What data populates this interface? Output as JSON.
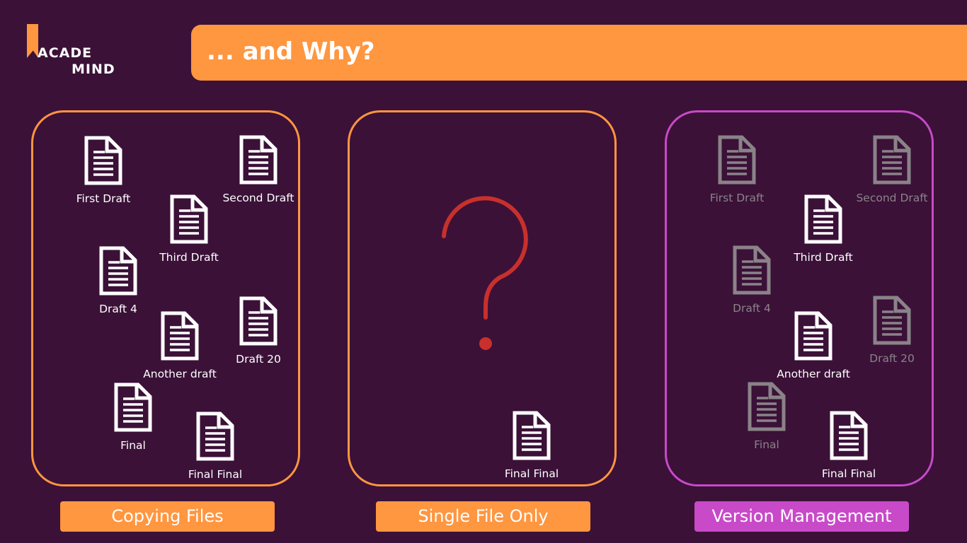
{
  "logo": {
    "line1": "ACADE",
    "line2": "MIND"
  },
  "header": {
    "title": "... and Why?"
  },
  "panels": [
    {
      "label": "Copying Files",
      "docs": [
        {
          "label": "First Draft",
          "dim": false
        },
        {
          "label": "Second Draft",
          "dim": false
        },
        {
          "label": "Third Draft",
          "dim": false
        },
        {
          "label": "Draft 4",
          "dim": false
        },
        {
          "label": "Another draft",
          "dim": false
        },
        {
          "label": "Draft 20",
          "dim": false
        },
        {
          "label": "Final",
          "dim": false
        },
        {
          "label": "Final Final",
          "dim": false
        }
      ]
    },
    {
      "label": "Single File Only",
      "docs": [
        {
          "label": "Final Final",
          "dim": false
        }
      ]
    },
    {
      "label": "Version Management",
      "docs": [
        {
          "label": "First Draft",
          "dim": true
        },
        {
          "label": "Second Draft",
          "dim": true
        },
        {
          "label": "Third Draft",
          "dim": false
        },
        {
          "label": "Draft 4",
          "dim": true
        },
        {
          "label": "Another draft",
          "dim": false
        },
        {
          "label": "Draft 20",
          "dim": true
        },
        {
          "label": "Final",
          "dim": true
        },
        {
          "label": "Final Final",
          "dim": false
        }
      ]
    }
  ],
  "colors": {
    "background": "#3b1138",
    "accent": "#ff9640",
    "vm_accent": "#c84ac8",
    "question": "#c8302c",
    "dimmed": "#8a8388"
  },
  "icons": {
    "doc": "document-icon",
    "question": "question-mark-icon"
  }
}
